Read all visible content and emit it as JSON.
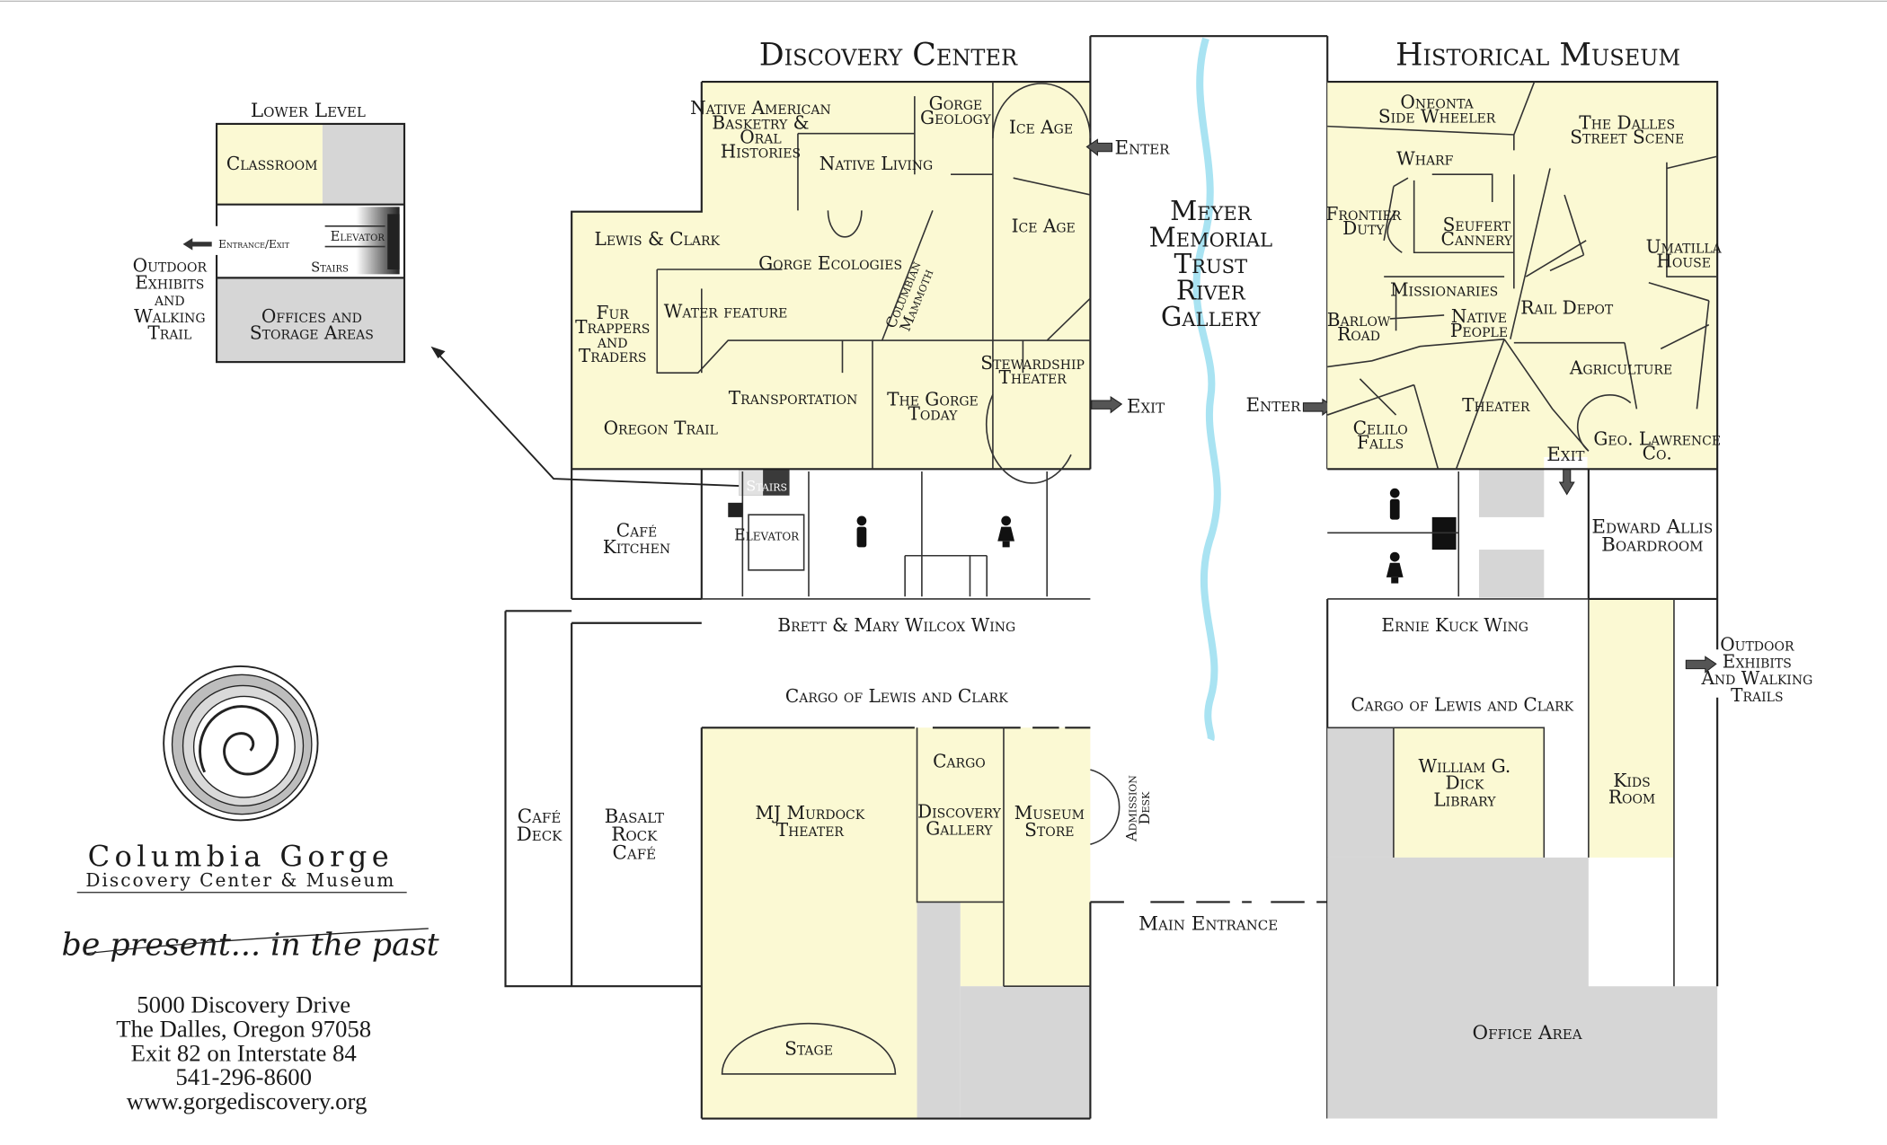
{
  "sections": {
    "discovery_center": "Discovery Center",
    "historical_museum": "Historical Museum",
    "lower_level": "Lower Level"
  },
  "river_gallery": [
    "Meyer",
    "Memorial",
    "Trust",
    "River",
    "Gallery"
  ],
  "discovery_rooms": {
    "native_american": [
      "Native American",
      "Basketry &",
      "Oral",
      "Histories"
    ],
    "gorge_geology": [
      "Gorge",
      "Geology"
    ],
    "ice_age_1": "Ice Age",
    "ice_age_2": "Ice Age",
    "native_living": "Native Living",
    "lewis_clark": "Lewis & Clark",
    "gorge_ecologies": "Gorge Ecologies",
    "columbian_mammoth": [
      "Columbian",
      "Mammoth"
    ],
    "fur_trappers": [
      "Fur",
      "Trappers",
      "and",
      "Traders"
    ],
    "water_feature": "Water feature",
    "transportation": "Transportation",
    "gorge_today": [
      "The Gorge",
      "Today"
    ],
    "stewardship_theater": [
      "Stewardship",
      "Theater"
    ],
    "oregon_trail": "Oregon Trail",
    "stairs": "Stairs",
    "elevator": "Elevator",
    "cafe_kitchen": [
      "Café",
      "Kitchen"
    ],
    "wilcox_wing": "Brett & Mary Wilcox Wing",
    "cargo_corridor": "Cargo of Lewis and Clark",
    "cafe_deck": [
      "Café",
      "Deck"
    ],
    "basalt_rock_cafe": [
      "Basalt",
      "Rock",
      "Café"
    ],
    "murdock_theater": [
      "MJ Murdock",
      "Theater"
    ],
    "stage": "Stage",
    "cargo_gallery": [
      "Cargo",
      "Discovery",
      "Gallery"
    ],
    "museum_store": [
      "Museum",
      "Store"
    ],
    "admission_desk": [
      "Admission",
      "Desk"
    ]
  },
  "museum_rooms": {
    "oneonta": [
      "Oneonta",
      "Side Wheeler"
    ],
    "dalles_street": [
      "The Dalles",
      "Street Scene"
    ],
    "wharf": "Wharf",
    "frontier_duty": [
      "Frontier",
      "Duty"
    ],
    "seufert_cannery": [
      "Seufert",
      "Cannery"
    ],
    "umatilla_house": [
      "Umatilla",
      "House"
    ],
    "missionaries": "Missionaries",
    "rail_depot": "Rail Depot",
    "barlow_road": [
      "Barlow",
      "Road"
    ],
    "native_people": [
      "Native",
      "People"
    ],
    "agriculture": "Agriculture",
    "theater": "Theater",
    "celilo_falls": [
      "Celilo",
      "Falls"
    ],
    "geo_lawrence": [
      "Geo. Lawrence",
      "Co."
    ],
    "edward_allis": [
      "Edward Allis",
      "Boardroom"
    ],
    "kuck_wing": "Ernie Kuck Wing",
    "cargo_corridor": "Cargo of Lewis and Clark",
    "dick_library": [
      "William G.",
      "Dick",
      "Library"
    ],
    "kids_room": [
      "Kids",
      "Room"
    ],
    "office_area": "Office Area"
  },
  "lower_level_rooms": {
    "classroom": "Classroom",
    "entrance_exit": "Entrance/Exit",
    "elevator": "Elevator",
    "stairs": "Stairs",
    "offices": [
      "Offices and",
      "Storage Areas"
    ]
  },
  "wayfinding": {
    "enter_top": "Enter",
    "exit_dc": "Exit",
    "enter_museum": "Enter",
    "exit_museum": "Exit",
    "main_entrance": "Main Entrance",
    "outdoor_left": [
      "Outdoor",
      "Exhibits",
      "and",
      "Walking",
      "Trail"
    ],
    "outdoor_right": [
      "Outdoor",
      "Exhibits",
      "And Walking",
      "Trails"
    ]
  },
  "branding": {
    "name_line1": "Columbia Gorge",
    "name_line2": "Discovery Center & Museum",
    "tagline": "be present... in the past",
    "address": [
      "5000 Discovery Drive",
      "The Dalles, Oregon 97058",
      "Exit 82 on Interstate 84",
      "541-296-8600",
      "www.gorgediscovery.org"
    ]
  },
  "colors": {
    "exhibit_fill": "#fbf9d3",
    "service_fill": "#d6d6d6",
    "river": "#a9e3f2"
  }
}
